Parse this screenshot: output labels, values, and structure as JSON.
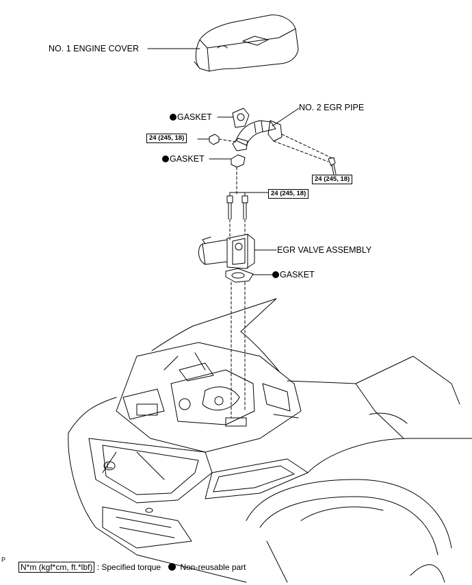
{
  "parts": {
    "engine_cover": "NO. 1 ENGINE COVER",
    "egr_pipe": "NO. 2 EGR PIPE",
    "gasket_upper": "GASKET",
    "gasket_middle": "GASKET",
    "egr_valve": "EGR VALVE ASSEMBLY",
    "gasket_lower": "GASKET"
  },
  "torques": {
    "nut_left": "24 (245, 18)",
    "bolt_right": "24 (245, 18)",
    "bolts_valve": "24 (245, 18)"
  },
  "legend": {
    "unit_box": "N*m (kgf*cm, ft.*lbf)",
    "specified_torque": ": Specified torque",
    "non_reusable": "Non-reusable part"
  },
  "page_mark": "P"
}
